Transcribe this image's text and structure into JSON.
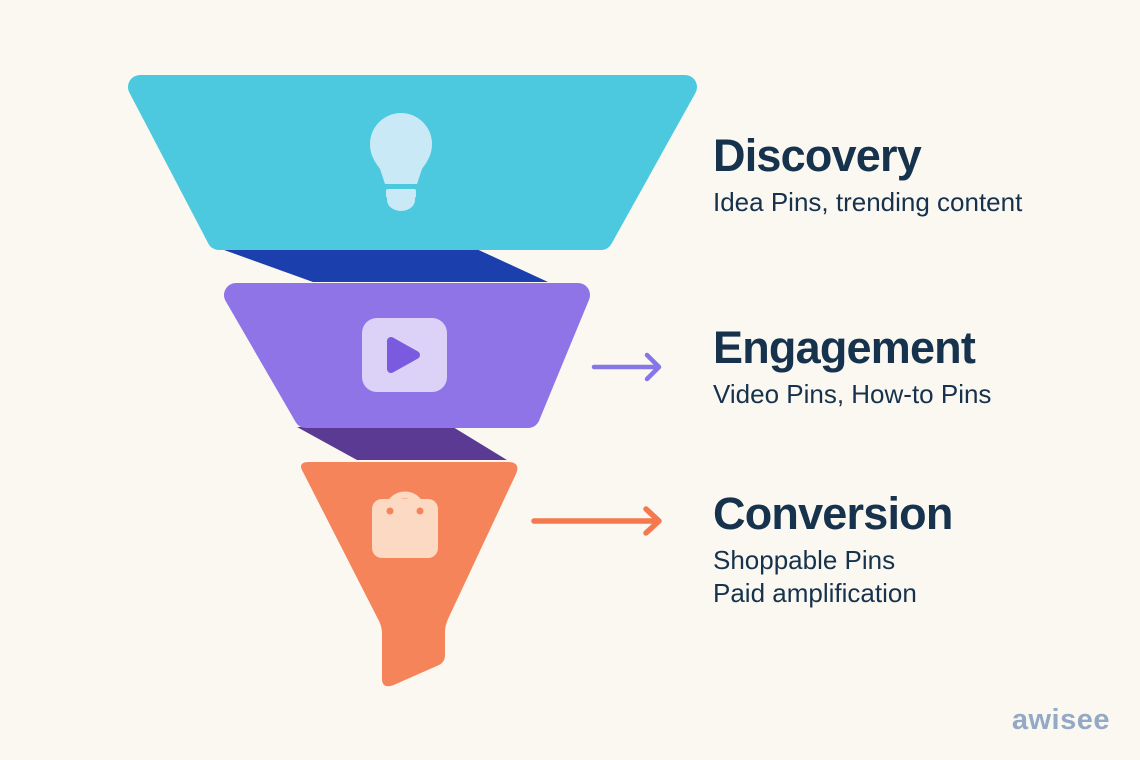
{
  "theme": {
    "background": "#FAF8F1",
    "text_color": "#16324C",
    "brand_color": "#94A9C5"
  },
  "brand": {
    "logo_text": "awisee"
  },
  "funnel": {
    "stages": [
      {
        "title": "Discovery",
        "subtitle_lines": [
          "Idea Pins, trending content"
        ],
        "color": "#4CC9DE",
        "icon": "lightbulb-icon",
        "icon_color": "#C8E9F5"
      },
      {
        "title": "Engagement",
        "subtitle_lines": [
          "Video Pins, How-to Pins"
        ],
        "color": "#8F74E8",
        "icon": "video-play-icon",
        "icon_color": "#DCD2F8",
        "icon_accent": "#7A5BE0",
        "arrow_color": "#8677E8"
      },
      {
        "title": "Conversion",
        "subtitle_lines": [
          "Shoppable Pins",
          "Paid amplification"
        ],
        "color": "#F6845A",
        "icon": "shopping-bag-icon",
        "icon_color": "#FBD9C3",
        "arrow_color": "#F5794E"
      }
    ],
    "connectors": [
      {
        "color": "#1B3FAD"
      },
      {
        "color": "#5A3A92"
      }
    ]
  }
}
